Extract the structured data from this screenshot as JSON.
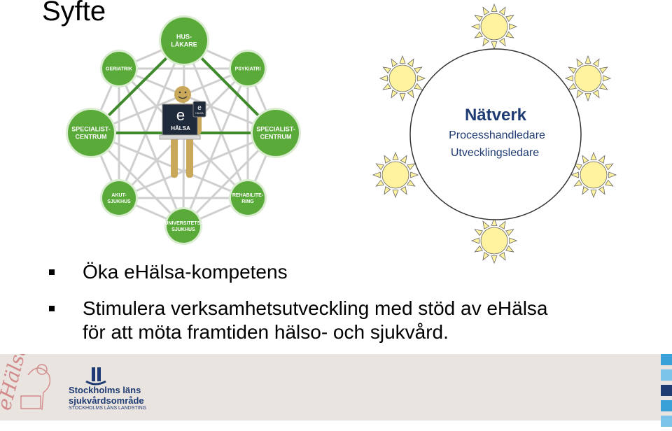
{
  "title": "Syfte",
  "network": {
    "nodes": {
      "huslakare": [
        "HUS-",
        "LÄKARE"
      ],
      "geriatrik": [
        "GERIATRIK"
      ],
      "psykiatri": [
        "PSYKIATRI"
      ],
      "spec_left": [
        "SPECIALIST-",
        "CENTRUM"
      ],
      "spec_right": [
        "SPECIALIST-",
        "CENTRUM"
      ],
      "akut": [
        "AKUT-",
        "SJUKHUS"
      ],
      "rehab": [
        "REHABILITE-",
        "RING"
      ],
      "univ": [
        "UNIVERSITETS-",
        "SJUKHUS"
      ]
    },
    "laptop_letter": "e",
    "laptop_text": "HÄLSA",
    "phone_letter": "e",
    "phone_text": "HÄLSA",
    "node_color": "#5aaa3a",
    "link_color": "#cfcfcf",
    "triangle_color": "#3f8a2a"
  },
  "natverk": {
    "title": "Nätverk",
    "line1": "Processhandledare",
    "line2": "Utvecklingsledare",
    "title_color": "#1f3b73",
    "line_color": "#1f3b73",
    "sun_color": "#fff3a0"
  },
  "bullets": [
    "Öka eHälsa-kompetens",
    "Stimulera verksamhetsutveckling med stöd av eHälsa",
    "för att möta framtiden hälso- och sjukvård."
  ],
  "footer": {
    "org_line1": "Stockholms läns",
    "org_line2": "sjukvårdsområde",
    "org_sub": "STOCKHOLMS LÄNS LANDSTING",
    "brand_color": "#1f3b73",
    "squares": [
      "#3aa0d8",
      "#7cc4ea",
      "#1f3b73",
      "#3aa0d8",
      "#7cc4ea"
    ]
  }
}
